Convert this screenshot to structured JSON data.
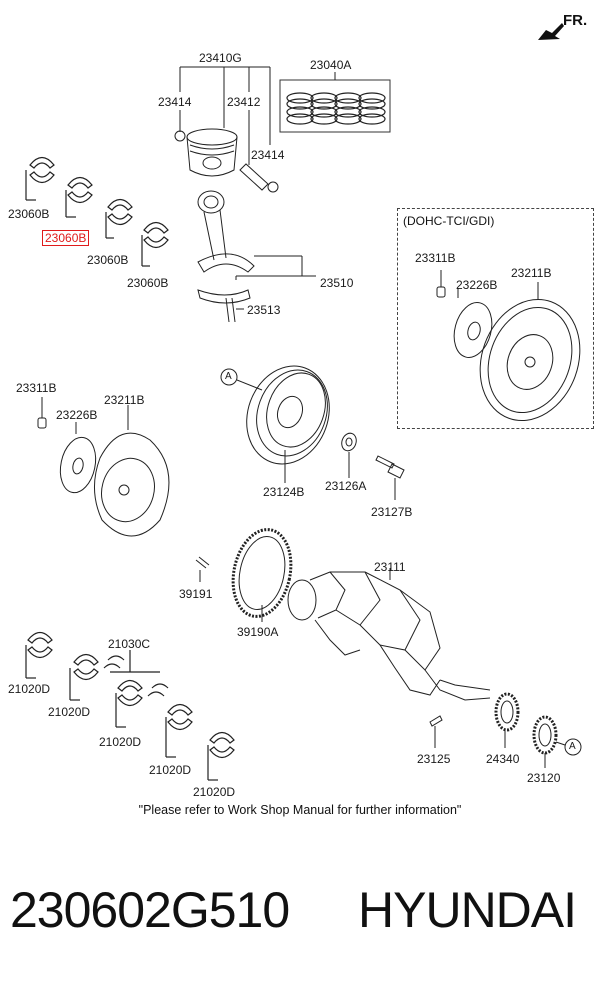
{
  "header": {
    "direction_label": "FR."
  },
  "variant_box": {
    "label": "(DOHC-TCI/GDI)"
  },
  "labels": {
    "piston": "23410G",
    "ring_set": "23040A",
    "snap_ring_left": "23414",
    "snap_ring_right": "23414",
    "pin": "23412",
    "bearing_1": "23060B",
    "bearing_2": "23060B",
    "bearing_3": "23060B",
    "bearing_4": "23060B",
    "conrod": "23510",
    "conrod_bolt": "23513",
    "vbolt": "23311B",
    "vspacer": "23226B",
    "vflex": "23211B",
    "bolt_left": "23311B",
    "spacer_left": "23226B",
    "flex_left": "23211B",
    "pulley": "23124B",
    "washer": "23126A",
    "pulley_bolt": "23127B",
    "pin_39191": "39191",
    "ring_gear": "39190A",
    "crankshaft": "23111",
    "thrust": "21030C",
    "main_1": "21020D",
    "main_2": "21020D",
    "main_3": "21020D",
    "main_4": "21020D",
    "main_5": "21020D",
    "key": "23125",
    "sprocket": "24340",
    "sensor_wheel": "23120",
    "callout_a_pulley": "A",
    "callout_a_gear": "A"
  },
  "highlighted_part": "23060B",
  "highlight_color": "#e01b1b",
  "footer": {
    "note": "\"Please refer to Work Shop Manual for further information\"",
    "part_number": "230602G510",
    "brand": "HYUNDAI"
  }
}
